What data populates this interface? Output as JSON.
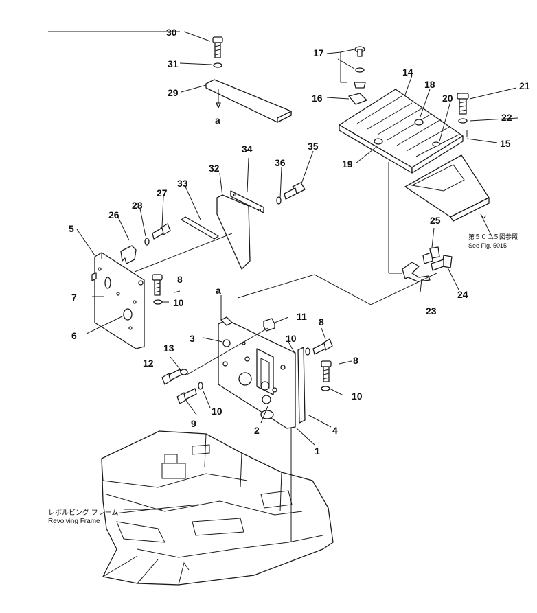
{
  "callouts": [
    {
      "id": "c1",
      "text": "1"
    },
    {
      "id": "c2",
      "text": "2"
    },
    {
      "id": "c3",
      "text": "3"
    },
    {
      "id": "c4",
      "text": "4"
    },
    {
      "id": "c5",
      "text": "5"
    },
    {
      "id": "c6",
      "text": "6"
    },
    {
      "id": "c7",
      "text": "7"
    },
    {
      "id": "c8a",
      "text": "8"
    },
    {
      "id": "c8b",
      "text": "8"
    },
    {
      "id": "c8c",
      "text": "8"
    },
    {
      "id": "c9",
      "text": "9"
    },
    {
      "id": "c10a",
      "text": "10"
    },
    {
      "id": "c10b",
      "text": "10"
    },
    {
      "id": "c10c",
      "text": "10"
    },
    {
      "id": "c10d",
      "text": "10"
    },
    {
      "id": "c11",
      "text": "11"
    },
    {
      "id": "c12",
      "text": "12"
    },
    {
      "id": "c13",
      "text": "13"
    },
    {
      "id": "c14",
      "text": "14"
    },
    {
      "id": "c15",
      "text": "15"
    },
    {
      "id": "c16",
      "text": "16"
    },
    {
      "id": "c17",
      "text": "17"
    },
    {
      "id": "c18",
      "text": "18"
    },
    {
      "id": "c19",
      "text": "19"
    },
    {
      "id": "c20",
      "text": "20"
    },
    {
      "id": "c21",
      "text": "21"
    },
    {
      "id": "c22",
      "text": "22"
    },
    {
      "id": "c23",
      "text": "23"
    },
    {
      "id": "c24",
      "text": "24"
    },
    {
      "id": "c25",
      "text": "25"
    },
    {
      "id": "c26",
      "text": "26"
    },
    {
      "id": "c27",
      "text": "27"
    },
    {
      "id": "c28",
      "text": "28"
    },
    {
      "id": "c29",
      "text": "29"
    },
    {
      "id": "c30",
      "text": "30"
    },
    {
      "id": "c31",
      "text": "31"
    },
    {
      "id": "c32",
      "text": "32"
    },
    {
      "id": "c33",
      "text": "33"
    },
    {
      "id": "c34",
      "text": "34"
    },
    {
      "id": "c35",
      "text": "35"
    },
    {
      "id": "c36",
      "text": "36"
    }
  ],
  "markers": {
    "a_top": "a",
    "a_panel": "a"
  },
  "notes": {
    "see_fig_jp": "第５０１５図参照",
    "see_fig_en": "See Fig. 5015",
    "revolving_frame_jp": "レボルビング フレーム",
    "revolving_frame_en": "Revolving Frame"
  }
}
